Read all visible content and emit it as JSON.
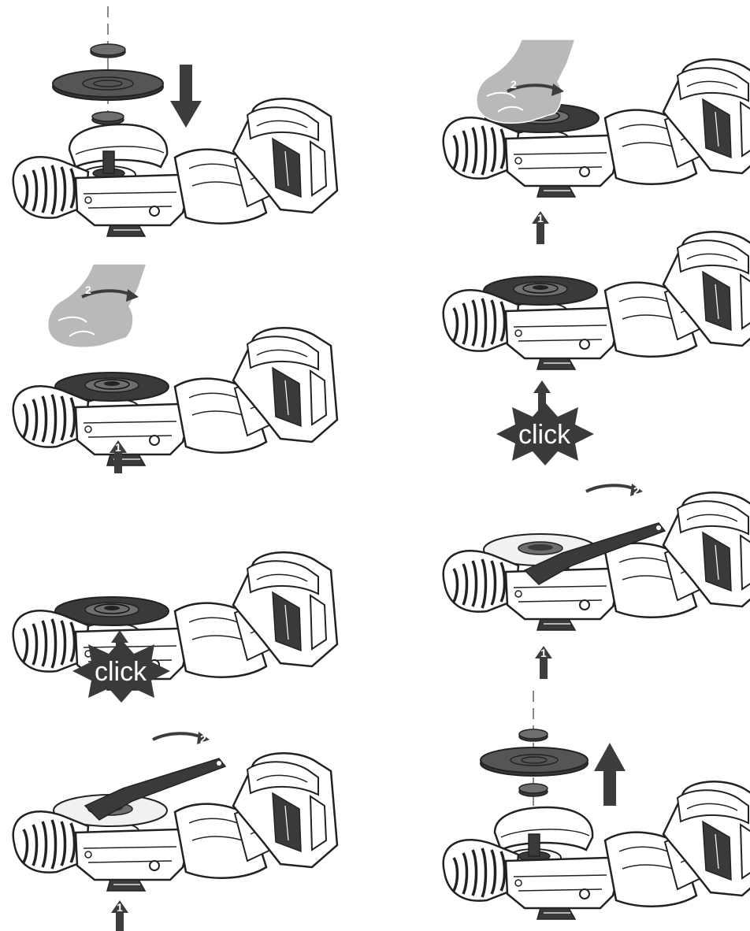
{
  "panels": [
    {
      "id": "left-1",
      "column": "left",
      "row": 1,
      "elements": [
        "exploded-flange-disc",
        "arrow-down"
      ]
    },
    {
      "id": "left-2",
      "column": "left",
      "row": 2,
      "elements": [
        "hand-turning-disc",
        "spindle-lock-arrow"
      ],
      "numbers": [
        "1",
        "2"
      ]
    },
    {
      "id": "left-3",
      "column": "left",
      "row": 3,
      "elements": [
        "disc-mounted",
        "spindle-lock-arrow",
        "click-burst"
      ],
      "click_text": "click"
    },
    {
      "id": "left-4",
      "column": "left",
      "row": 4,
      "elements": [
        "spanner-tightening",
        "spindle-lock-arrow"
      ],
      "numbers": [
        "1",
        "2"
      ]
    },
    {
      "id": "right-1",
      "column": "right",
      "row": 1,
      "elements": [
        "hand-turning-disc",
        "spindle-lock-arrow"
      ],
      "numbers": [
        "1",
        "2"
      ]
    },
    {
      "id": "right-2",
      "column": "right",
      "row": 2,
      "elements": [
        "disc-mounted",
        "spindle-lock-arrow",
        "click-burst"
      ],
      "click_text": "click"
    },
    {
      "id": "right-3",
      "column": "right",
      "row": 3,
      "elements": [
        "spanner-loosening",
        "spindle-lock-arrow"
      ],
      "numbers": [
        "1",
        "2"
      ]
    },
    {
      "id": "right-4",
      "column": "right",
      "row": 4,
      "elements": [
        "exploded-flange-disc",
        "arrow-up"
      ]
    }
  ],
  "labels": {
    "click": "click",
    "step_1": "1",
    "step_2": "2"
  },
  "colors": {
    "line": "#222222",
    "fill_dark": "#3a3a3a",
    "fill_mid": "#6e6e6e",
    "hand": "#b9b9b9",
    "arrow": "#3d3d3d",
    "guard_light": "#f1f1f1"
  }
}
